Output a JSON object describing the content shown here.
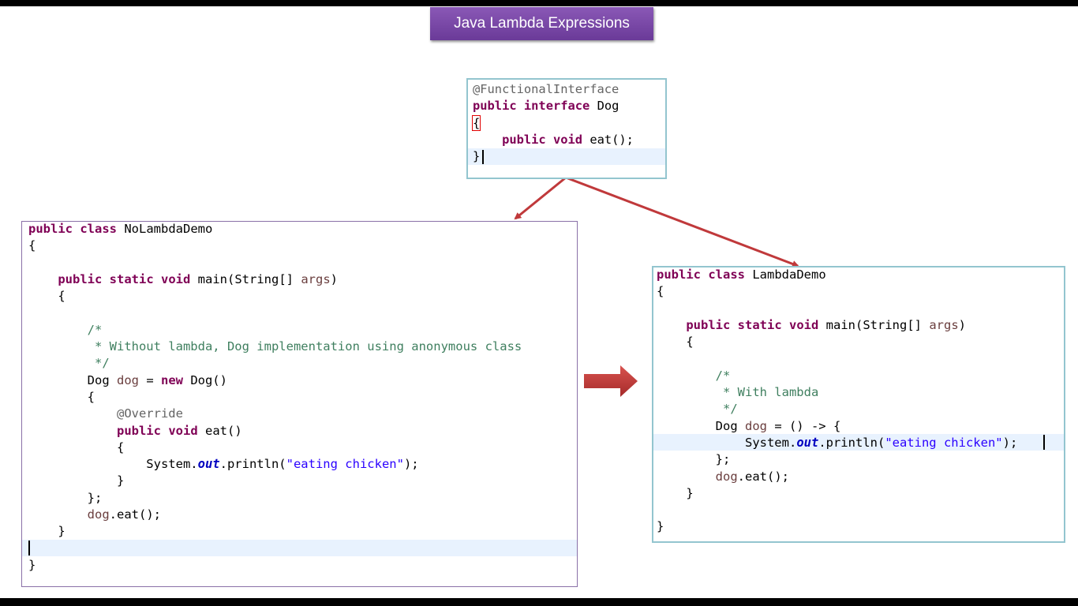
{
  "slide": {
    "title": "Java Lambda Expressions"
  },
  "interface_code": {
    "lines": [
      [
        [
          "ann",
          "@FunctionalInterface"
        ]
      ],
      [
        [
          "kw",
          "public"
        ],
        [
          "",
          " "
        ],
        [
          "kw",
          "interface"
        ],
        [
          "",
          " Dog"
        ]
      ],
      [
        [
          "box",
          "{"
        ]
      ],
      [
        [
          "",
          "    "
        ],
        [
          "kw",
          "public"
        ],
        [
          "",
          " "
        ],
        [
          "kw",
          "void"
        ],
        [
          "",
          " eat();"
        ]
      ],
      [
        [
          "",
          "}"
        ]
      ]
    ]
  },
  "no_lambda_code": {
    "lines": [
      [
        [
          "kw",
          "public"
        ],
        [
          "",
          " "
        ],
        [
          "kw",
          "class"
        ],
        [
          "",
          " NoLambdaDemo"
        ]
      ],
      [
        [
          "",
          "{"
        ]
      ],
      [
        [
          "",
          ""
        ]
      ],
      [
        [
          "",
          "    "
        ],
        [
          "kw",
          "public"
        ],
        [
          "",
          " "
        ],
        [
          "kw",
          "static"
        ],
        [
          "",
          " "
        ],
        [
          "kw",
          "void"
        ],
        [
          "",
          " main(String[] "
        ],
        [
          "var",
          "args"
        ],
        [
          "",
          ")"
        ]
      ],
      [
        [
          "",
          "    {"
        ]
      ],
      [
        [
          "",
          ""
        ]
      ],
      [
        [
          "",
          "        "
        ],
        [
          "cmt",
          "/*"
        ]
      ],
      [
        [
          "",
          "        "
        ],
        [
          "cmt",
          " * Without lambda, Dog implementation using anonymous class"
        ]
      ],
      [
        [
          "",
          "        "
        ],
        [
          "cmt",
          " */"
        ]
      ],
      [
        [
          "",
          "        Dog "
        ],
        [
          "var",
          "dog"
        ],
        [
          "",
          " = "
        ],
        [
          "kw",
          "new"
        ],
        [
          "",
          " Dog()"
        ]
      ],
      [
        [
          "",
          "        {"
        ]
      ],
      [
        [
          "",
          "            "
        ],
        [
          "ann",
          "@Override"
        ]
      ],
      [
        [
          "",
          "            "
        ],
        [
          "kw",
          "public"
        ],
        [
          "",
          " "
        ],
        [
          "kw",
          "void"
        ],
        [
          "",
          " eat()"
        ]
      ],
      [
        [
          "",
          "            {"
        ]
      ],
      [
        [
          "",
          "                System."
        ],
        [
          "fld",
          "out"
        ],
        [
          "",
          ".println("
        ],
        [
          "str",
          "\"eating chicken\""
        ],
        [
          "",
          ");"
        ]
      ],
      [
        [
          "",
          "            }"
        ]
      ],
      [
        [
          "",
          "        };"
        ]
      ],
      [
        [
          "",
          "        "
        ],
        [
          "var",
          "dog"
        ],
        [
          "",
          ".eat();"
        ]
      ],
      [
        [
          "",
          "    }"
        ]
      ],
      [
        [
          "",
          ""
        ]
      ],
      [
        [
          "",
          "}"
        ]
      ]
    ]
  },
  "lambda_code": {
    "lines": [
      [
        [
          "kw",
          "public"
        ],
        [
          "",
          " "
        ],
        [
          "kw",
          "class"
        ],
        [
          "",
          " LambdaDemo"
        ]
      ],
      [
        [
          "",
          "{"
        ]
      ],
      [
        [
          "",
          ""
        ]
      ],
      [
        [
          "",
          "    "
        ],
        [
          "kw",
          "public"
        ],
        [
          "",
          " "
        ],
        [
          "kw",
          "static"
        ],
        [
          "",
          " "
        ],
        [
          "kw",
          "void"
        ],
        [
          "",
          " main(String[] "
        ],
        [
          "var",
          "args"
        ],
        [
          "",
          ")"
        ]
      ],
      [
        [
          "",
          "    {"
        ]
      ],
      [
        [
          "",
          ""
        ]
      ],
      [
        [
          "",
          "        "
        ],
        [
          "cmt",
          "/*"
        ]
      ],
      [
        [
          "",
          "        "
        ],
        [
          "cmt",
          " * With lambda"
        ]
      ],
      [
        [
          "",
          "        "
        ],
        [
          "cmt",
          " */"
        ]
      ],
      [
        [
          "",
          "        Dog "
        ],
        [
          "var",
          "dog"
        ],
        [
          "",
          " = () -> {"
        ]
      ],
      [
        [
          "",
          "            System."
        ],
        [
          "fld",
          "out"
        ],
        [
          "",
          ".println("
        ],
        [
          "str",
          "\"eating chicken\""
        ],
        [
          "",
          ");"
        ]
      ],
      [
        [
          "",
          "        };"
        ]
      ],
      [
        [
          "",
          "        "
        ],
        [
          "var",
          "dog"
        ],
        [
          "",
          ".eat();"
        ]
      ],
      [
        [
          "",
          "    }"
        ]
      ],
      [
        [
          "",
          ""
        ]
      ],
      [
        [
          "",
          "}"
        ]
      ]
    ]
  },
  "colors": {
    "keyword": "#7f0055",
    "annotation": "#646464",
    "comment": "#3f7f5f",
    "string": "#2a00ff",
    "field": "#0000c0",
    "local_variable": "#6a3e3e",
    "title_background": "#7a4aa8",
    "arrow_red": "#c0393b"
  }
}
